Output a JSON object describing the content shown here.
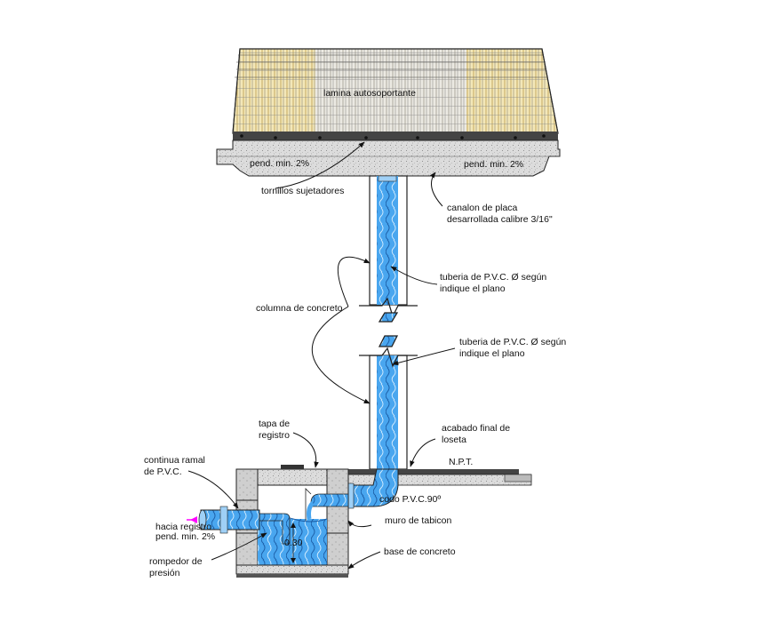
{
  "labels": {
    "roof": "lamina autosoportante",
    "slope_left": "pend. min. 2%",
    "slope_right": "pend. min. 2%",
    "screws": "tornillos  sujetadores",
    "gutter_line1": "canalon de placa",
    "gutter_line2": "desarrollada calibre 3/16\"",
    "pipe_top_line1": "tuberia de P.V.C. Ø según",
    "pipe_top_line2": "indique el plano",
    "column": "columna de concreto",
    "pipe_bottom_line1": "tuberia de P.V.C. Ø según",
    "pipe_bottom_line2": "indique el plano",
    "cover_line1": "tapa de",
    "cover_line2": "registro",
    "finish_line1": "acabado final de",
    "finish_line2": "loseta",
    "npt": "N.P.T.",
    "branch_line1": "continua ramal",
    "branch_line2": "de P.V.C.",
    "elbow": "codo P.V.C.90º",
    "to_box_line1": "hacia registro",
    "to_box_line2": "pend. min. 2%",
    "wall": "muro de tabicon",
    "dim": "0.30",
    "breaker_line1": "rompedor de",
    "breaker_line2": "presión",
    "base": "base de concreto"
  },
  "colors": {
    "water": "#3d9be9",
    "water_light": "#8cc8f5",
    "roof_yellow": "#e8d8a0",
    "concrete": "#d8d8d8",
    "line": "#111111",
    "marker": "#ff00ff"
  }
}
